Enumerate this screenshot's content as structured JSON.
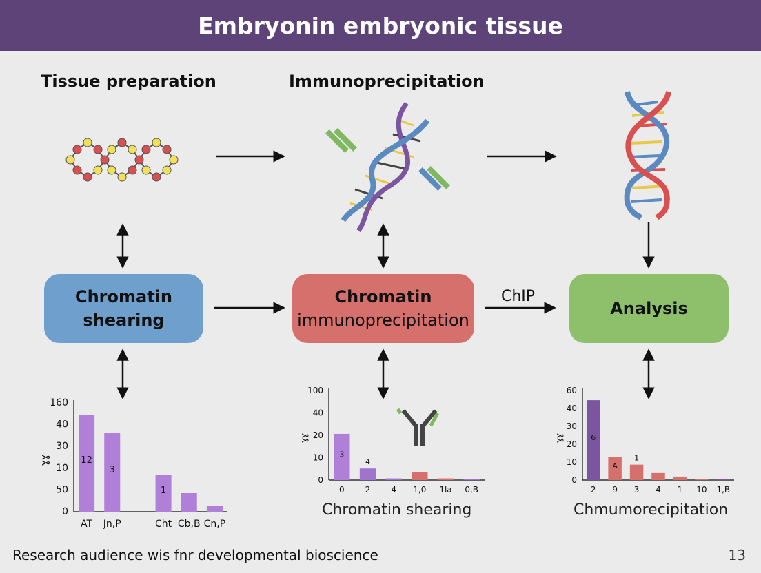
{
  "title": "Embryonin embryonic tissue",
  "headers": {
    "tissue": "Tissue preparation",
    "ip": "Immunoprecipitation"
  },
  "boxes": {
    "shearing": {
      "line1": "Chromatin",
      "line2": "shearing",
      "color": "#6e9fcd"
    },
    "chromatin_ip": {
      "line1": "Chromatin",
      "line2": "immunoprecipitation",
      "color": "#d6706d"
    },
    "analysis": {
      "line1": "Analysis",
      "color": "#8ec06c"
    }
  },
  "chip_label": "ChIP",
  "captions": {
    "middle": "Chromatin shearing",
    "right": "Chmumorecipitation"
  },
  "footer": "Research  audience  wis fnr developmental bioscience",
  "page_number": "13",
  "icons": [
    "molecule-icon",
    "dna-helix-icon",
    "antibody-icon"
  ],
  "colors": {
    "banner": "#5d4378",
    "bar_light": "#b07fd8",
    "bar_dark": "#7b55a0",
    "bar_red": "#d6706d"
  },
  "chart_data": [
    {
      "type": "bar",
      "ylabel": "ɣɣ",
      "y_ticks": [
        "0",
        "50",
        "10",
        "30",
        "40",
        "160"
      ],
      "categories": [
        "AT",
        "Jn,P",
        "",
        "Cht",
        "Cb,B",
        "Cn,P"
      ],
      "values": [
        47,
        38,
        0,
        18,
        9,
        3
      ],
      "value_labels": [
        "12",
        "3",
        "",
        "1",
        "",
        ""
      ],
      "ylim": [
        0,
        50
      ],
      "colors": [
        "#b07fd8",
        "#b07fd8",
        "#b07fd8",
        "#b07fd8",
        "#b07fd8",
        "#b07fd8"
      ]
    },
    {
      "type": "bar",
      "ylabel": "ɣɣ",
      "y_ticks": [
        "0",
        "10",
        "20",
        "40",
        "100"
      ],
      "categories": [
        "0",
        "2",
        "4",
        "1,0",
        "1la",
        "0,B"
      ],
      "values": [
        22,
        5.5,
        0.8,
        3.8,
        0.8,
        0.6
      ],
      "value_labels": [
        "3",
        "4",
        "",
        "",
        "",
        ""
      ],
      "ylim": [
        0,
        40
      ],
      "colors": [
        "#b07fd8",
        "#a074cd",
        "#a074cd",
        "#d6706d",
        "#d6706d",
        "#a074cd"
      ]
    },
    {
      "type": "bar",
      "ylabel": "ɣɣ",
      "y_ticks": [
        "0",
        "10",
        "20",
        "30",
        "40",
        "60"
      ],
      "categories": [
        "2",
        "9",
        "3",
        "4",
        "1",
        "10",
        "1,B"
      ],
      "values": [
        57,
        16.5,
        11,
        5,
        2.5,
        0.8,
        0.8
      ],
      "value_labels": [
        "6",
        "A",
        "1",
        "",
        "",
        "",
        ""
      ],
      "ylim": [
        0,
        60
      ],
      "colors": [
        "#7b55a0",
        "#d6706d",
        "#d6706d",
        "#d6706d",
        "#d6706d",
        "#d6706d",
        "#7b55a0"
      ]
    }
  ]
}
